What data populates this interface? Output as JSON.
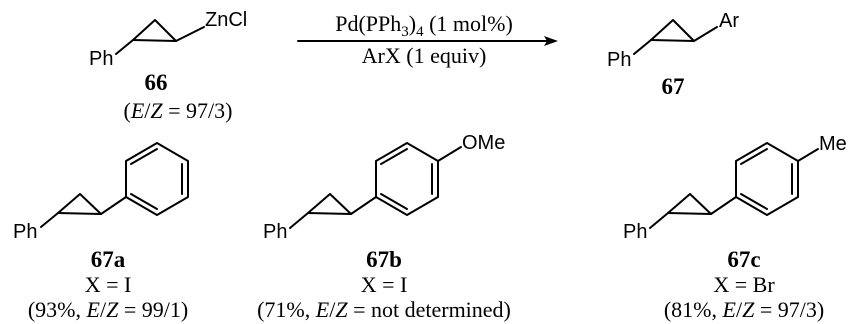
{
  "reaction": {
    "reactant": {
      "substituent": "Ph",
      "group": "ZnCl",
      "label": "66",
      "ratio": {
        "prefix": "(",
        "e": "E",
        "slash": "/",
        "z": "Z",
        "rest": " = 97/3)"
      }
    },
    "conditions": {
      "line1": {
        "pre": "Pd(PPh",
        "sub": "3",
        "mid": ")",
        "sub2": "4",
        "post": " (1 mol%)"
      },
      "line2": "ArX (1 equiv)"
    },
    "product": {
      "substituent": "Ph",
      "group": "Ar",
      "label": "67"
    }
  },
  "examples": [
    {
      "label": "67a",
      "substituent": "Ph",
      "para": "",
      "x": "X = I",
      "yield": {
        "prefix": "(93%, ",
        "e": "E",
        "slash": "/",
        "z": "Z",
        "rest": " = 99/1)"
      }
    },
    {
      "label": "67b",
      "substituent": "Ph",
      "para": "OMe",
      "x": "X = I",
      "yield": {
        "prefix": "(71%, ",
        "e": "E",
        "slash": "/",
        "z": "Z",
        "rest": " = not determined)"
      }
    },
    {
      "label": "67c",
      "substituent": "Ph",
      "para": "Me",
      "x": "X = Br",
      "yield": {
        "prefix": "(81%, ",
        "e": "E",
        "slash": "/",
        "z": "Z",
        "rest": " = 97/3)"
      }
    }
  ]
}
